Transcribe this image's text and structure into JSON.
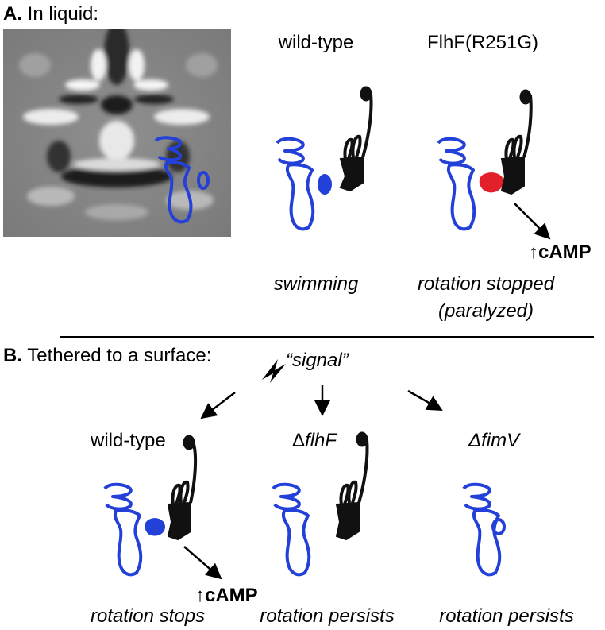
{
  "colors": {
    "outline_blue": "#2340d8",
    "black": "#111111",
    "red": "#e3202a",
    "em_background": "#888888"
  },
  "panel_a": {
    "heading_letter": "A.",
    "heading_text": "In liquid:",
    "wt_label": "wild-type",
    "mutant_label": "FlhF(R251G)",
    "camp_label": "↑cAMP",
    "caption_1": "swimming",
    "caption_2_line1": "rotation stopped",
    "caption_2_line2": "(paralyzed)"
  },
  "panel_b": {
    "heading_letter": "B.",
    "heading_text": "Tethered to a surface:",
    "signal_label": "“signal”",
    "wt_label": "wild-type",
    "flhf_delta": "Δ",
    "flhf_label": "flhF",
    "fimv_label": "ΔfimV",
    "camp_label": "↑cAMP",
    "caption_1": "rotation stops",
    "caption_2": "rotation persists",
    "caption_3": "rotation persists"
  }
}
